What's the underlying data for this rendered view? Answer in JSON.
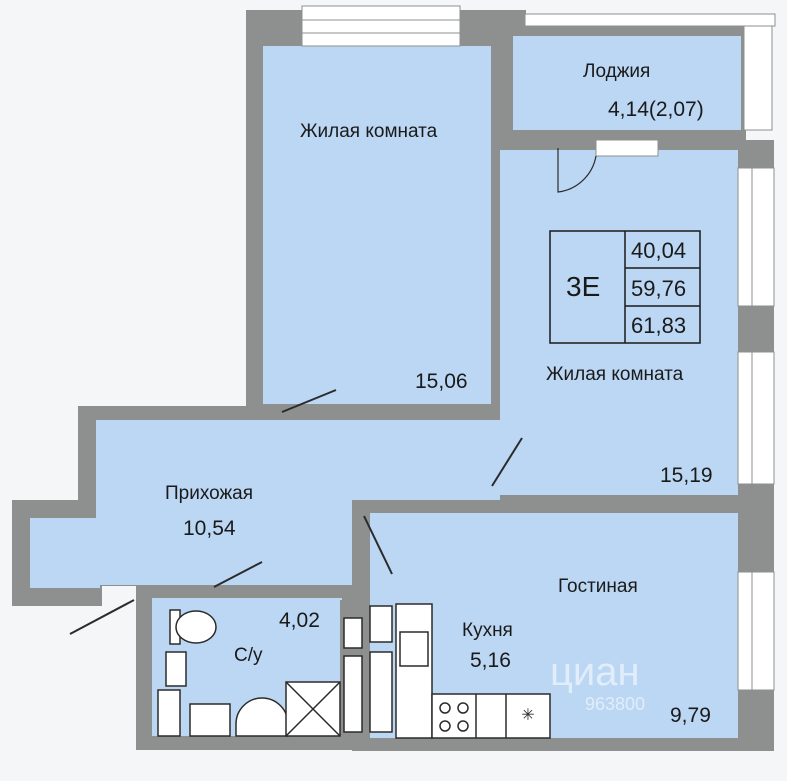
{
  "plan": {
    "unit_code": "3E",
    "areas_table": [
      "40,04",
      "59,76",
      "61,83"
    ],
    "rooms": [
      {
        "id": "living1",
        "name": "Жилая комната",
        "area": "15,06"
      },
      {
        "id": "living2",
        "name": "Жилая комната",
        "area": "15,19"
      },
      {
        "id": "loggia",
        "name": "Лоджия",
        "area": "4,14(2,07)"
      },
      {
        "id": "hall",
        "name": "Прихожая",
        "area": "10,54"
      },
      {
        "id": "bath",
        "name": "С/у",
        "area": "4,02"
      },
      {
        "id": "kitchen",
        "name": "Кухня",
        "area": "5,16"
      },
      {
        "id": "livingroom",
        "name": "Гостиная",
        "area": "9,79"
      }
    ],
    "colors": {
      "floor": "#bcd7f3",
      "wall": "#8e9090",
      "window": "#ffffff",
      "line": "#2b2b2b"
    }
  },
  "watermark": {
    "brand": "циан",
    "number": "963800"
  }
}
